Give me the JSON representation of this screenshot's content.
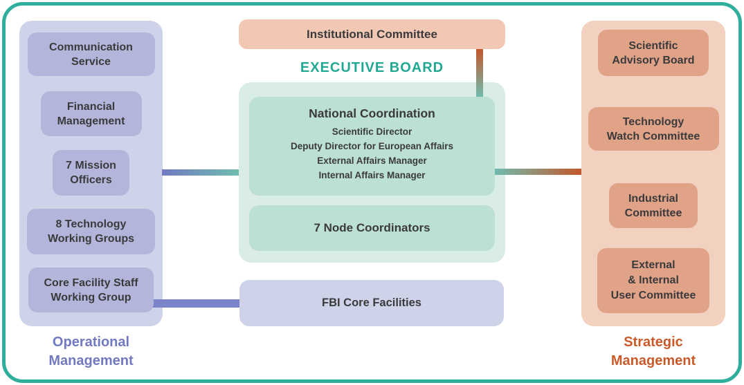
{
  "colors": {
    "border-teal": "#2fae9b",
    "teal-text": "#21a893",
    "purple-column": "#cfd3e9",
    "purple-box": "#b3b6da",
    "purple-accent": "#7179c0",
    "purple-connector": "#7b84c8",
    "green-panel": "#d9ece5",
    "green-box": "#bce0d2",
    "salmon-column": "#f3d1c1",
    "salmon-box": "#e0a388",
    "salmon-light": "#f2c8b4",
    "orange-accent": "#cb5a2a",
    "connector-teal": "#6fbcae",
    "connector-orange": "#c4582c",
    "fbi-box": "#cfd3e9",
    "text-dark": "#3a3a3c"
  },
  "executive_board": {
    "title": "EXECUTIVE BOARD"
  },
  "institutional_committee": {
    "label": "Institutional Committee"
  },
  "national_coordination": {
    "title": "National Coordination",
    "roles": [
      "Scientific Director",
      "Deputy Director for European Affairs",
      "External Affairs Manager",
      "Internal Affairs Manager"
    ]
  },
  "node_coordinators": {
    "label": "7 Node Coordinators"
  },
  "fbi_core_facilities": {
    "label": "FBI Core Facilities"
  },
  "operational_management": {
    "title": "Operational\nManagement",
    "boxes": [
      "Communication\nService",
      "Financial\nManagement",
      "7 Mission\nOfficers",
      "8 Technology\nWorking Groups",
      "Core Facility Staff\nWorking Group"
    ]
  },
  "strategic_management": {
    "title": "Strategic\nManagement",
    "boxes": [
      "Scientific\nAdvisory Board",
      "Technology\nWatch Committee",
      "Industrial\nCommittee",
      "External\n& Internal\nUser Committee"
    ]
  }
}
